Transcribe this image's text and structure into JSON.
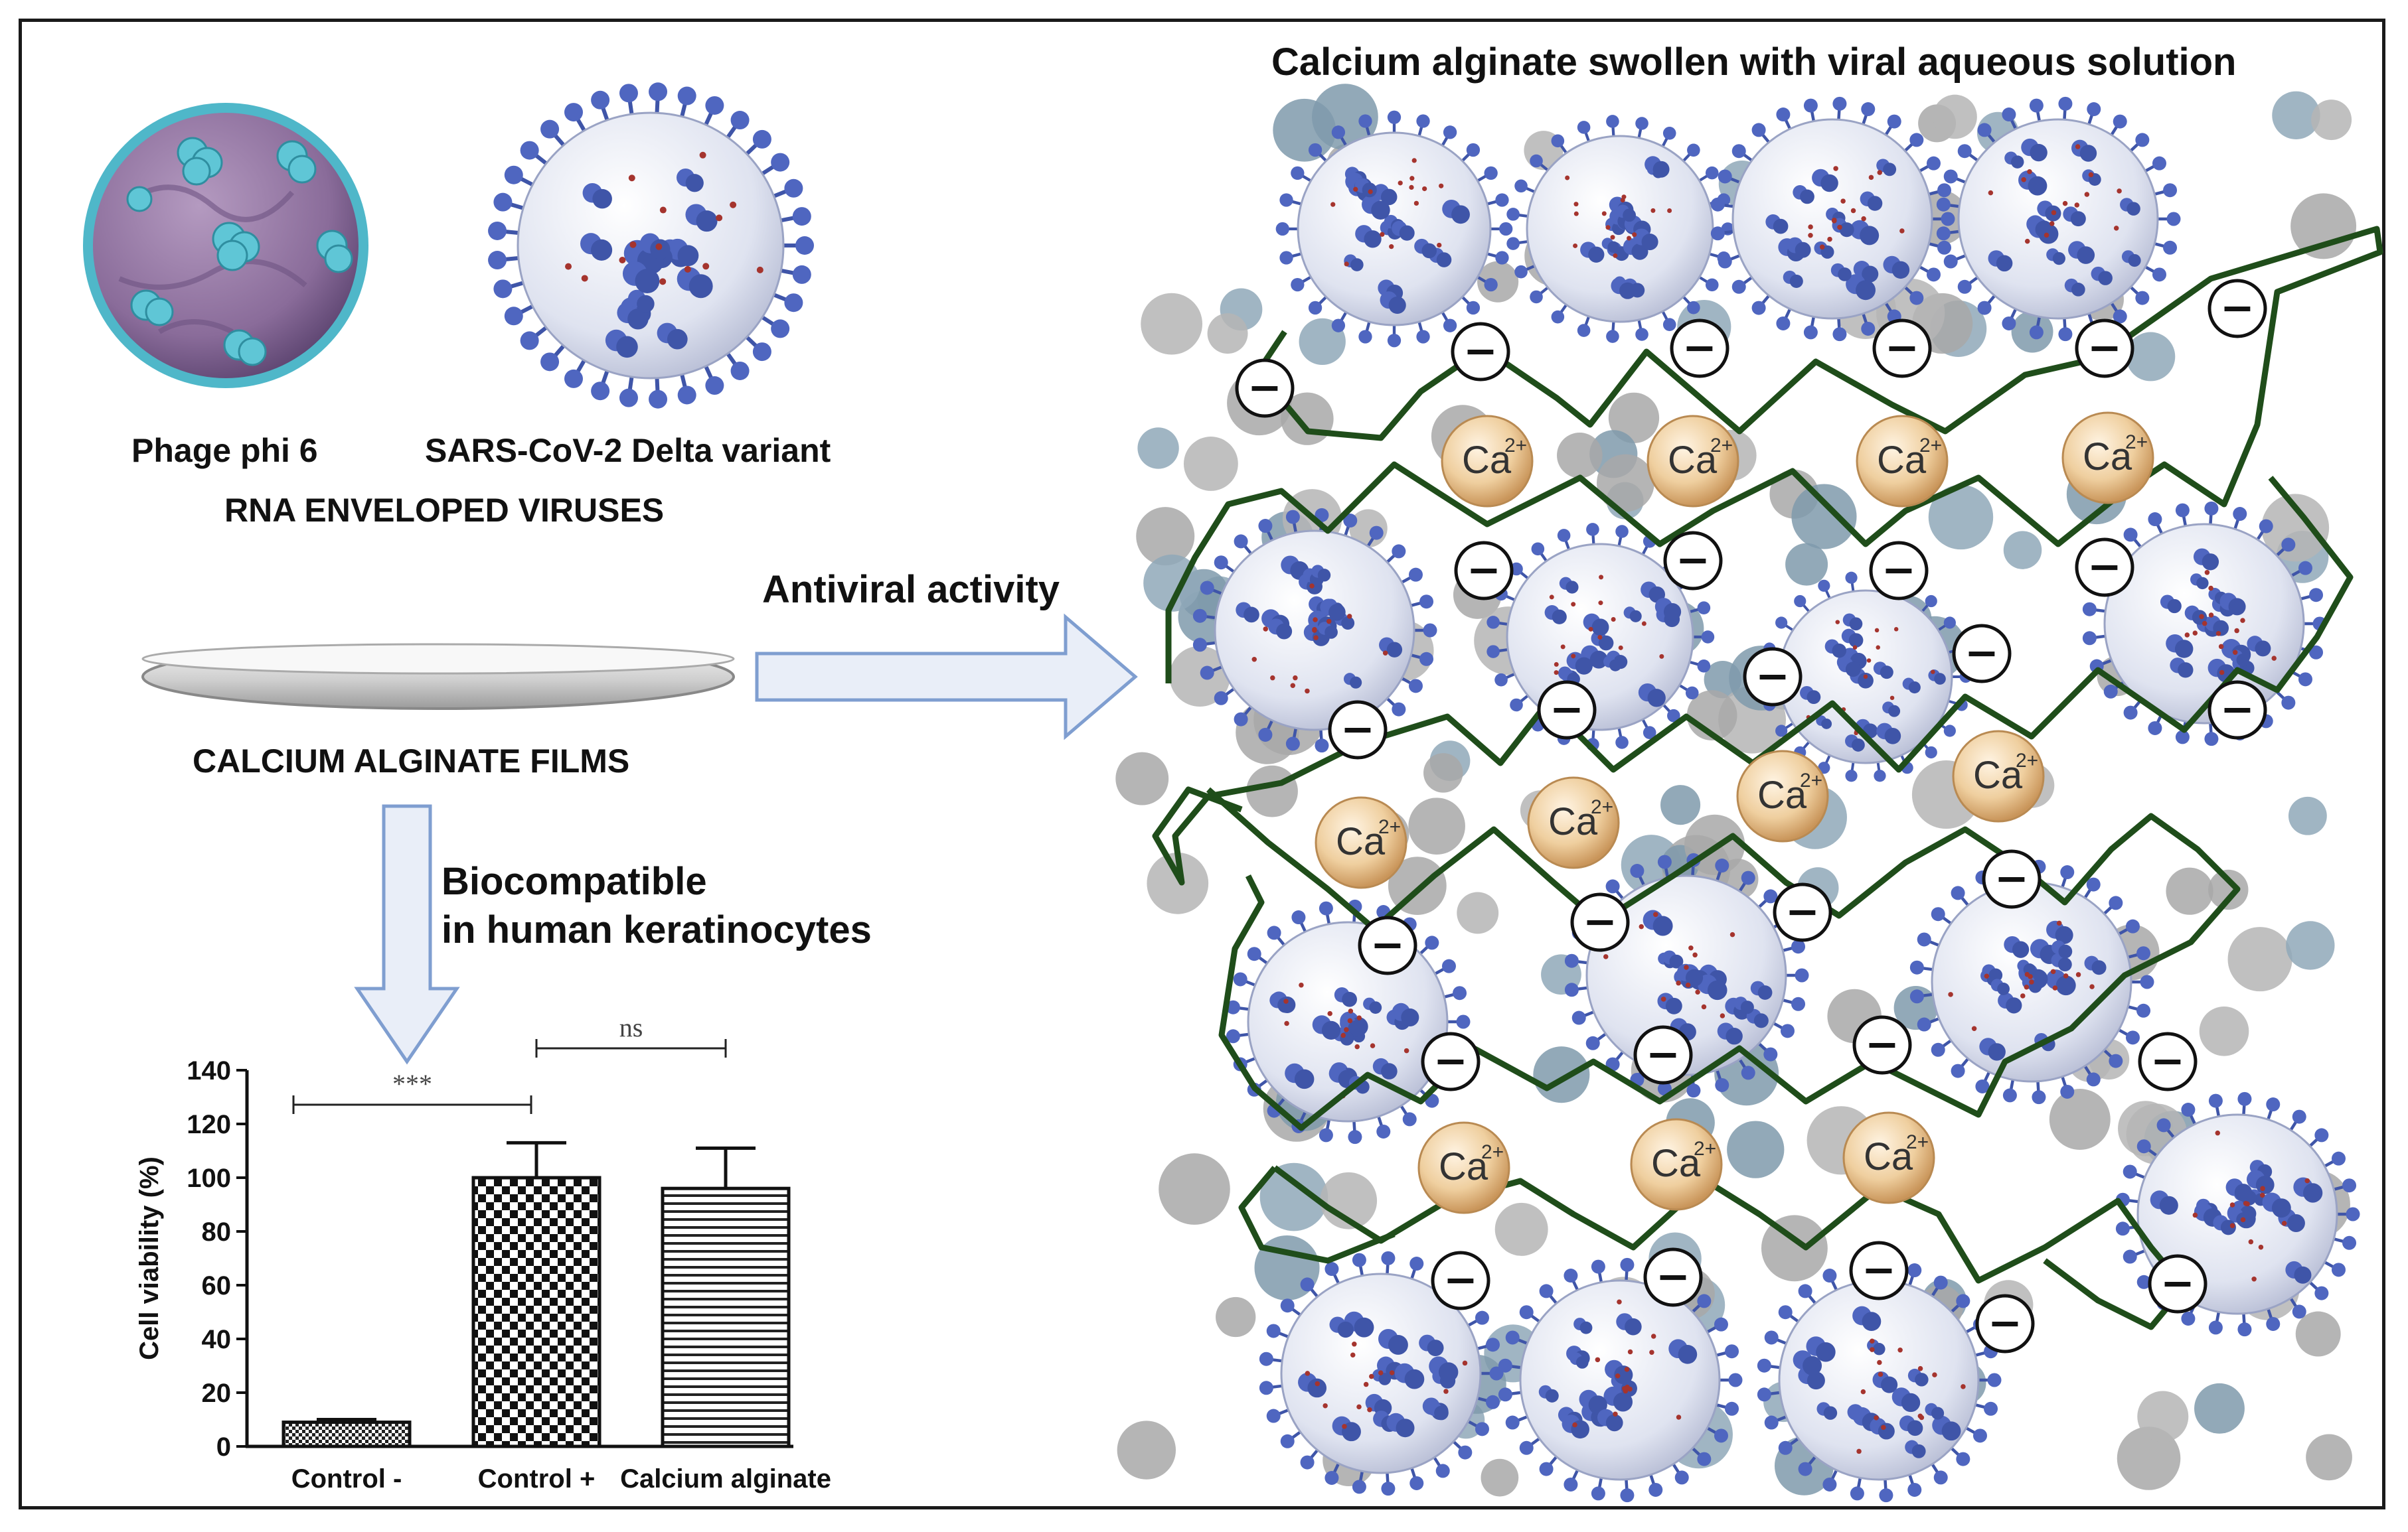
{
  "left_panel": {
    "virus1_label": "Phage phi 6",
    "virus2_label": "SARS-CoV-2 Delta variant",
    "group_label": "RNA ENVELOPED VIRUSES",
    "film_label": "CALCIUM ALGINATE FILMS",
    "arrow_right_label": "Antiviral activity",
    "arrow_down_label_line1": "Biocompatible",
    "arrow_down_label_line2": "in human keratinocytes"
  },
  "right_panel": {
    "title": "Calcium alginate swollen with viral aqueous solution",
    "ion_label": "Ca",
    "ion_charge": "2+",
    "charge_symbol": "−"
  },
  "colors": {
    "chain": "#1f4d1a",
    "ion": "#e8c28f",
    "virus": "#5a6fc4",
    "phage": "#9b7fa8",
    "arrow_fill": "#e9eef8",
    "arrow_stroke": "#7f9ed0"
  },
  "chart_data": {
    "type": "bar",
    "categories": [
      "Control -",
      "Control +",
      "Calcium alginate"
    ],
    "values": [
      9,
      100,
      96
    ],
    "errors": [
      1,
      13,
      15
    ],
    "ylabel": "Cell viability (%)",
    "ylim": [
      0,
      140
    ],
    "yticks": [
      0,
      20,
      40,
      60,
      80,
      100,
      120,
      140
    ],
    "patterns": [
      "dense-checker",
      "checker",
      "horizontal-lines"
    ],
    "significance": [
      {
        "from": 0,
        "to": 1,
        "label": "***"
      },
      {
        "from": 1,
        "to": 2,
        "label": "ns"
      }
    ]
  }
}
